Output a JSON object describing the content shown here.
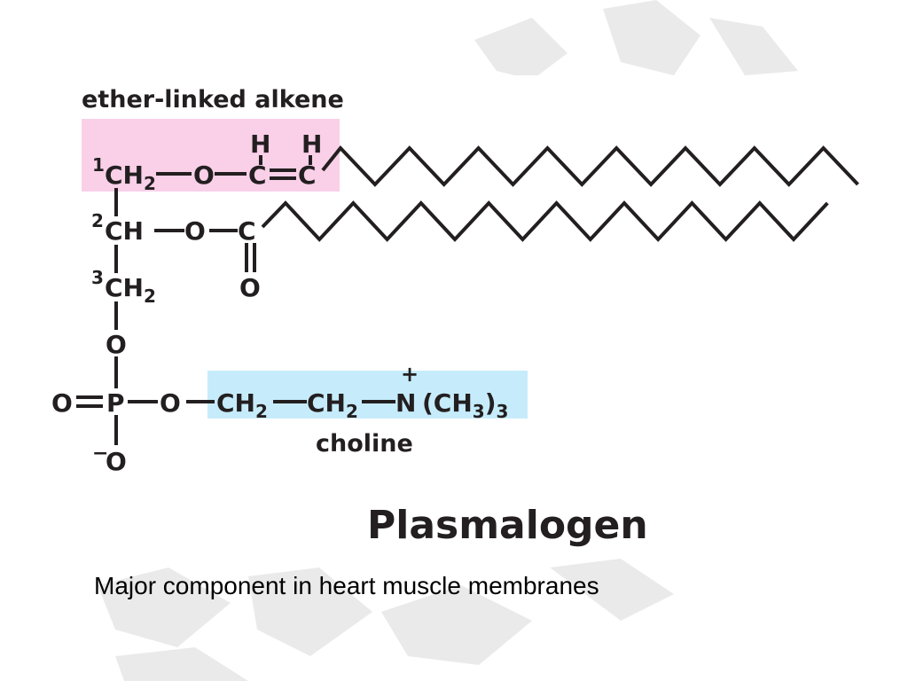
{
  "diagram": {
    "ether_label": "ether-linked alkene",
    "choline_label": "choline",
    "title": "Plasmalogen",
    "caption": "Major component in heart muscle membranes",
    "positions": [
      "1",
      "2",
      "3"
    ],
    "atoms": {
      "ch2": "CH",
      "ch": "CH",
      "sub2": "2",
      "sub3": "3",
      "o": "O",
      "c": "C",
      "h": "H",
      "p": "P",
      "n": "N",
      "minus": "−",
      "plus": "+",
      "ch3_open": "(CH",
      "close": ")"
    },
    "colors": {
      "ether_highlight": "#f9d0e8",
      "choline_highlight": "#c6ecfb",
      "ink": "#231f20"
    }
  }
}
